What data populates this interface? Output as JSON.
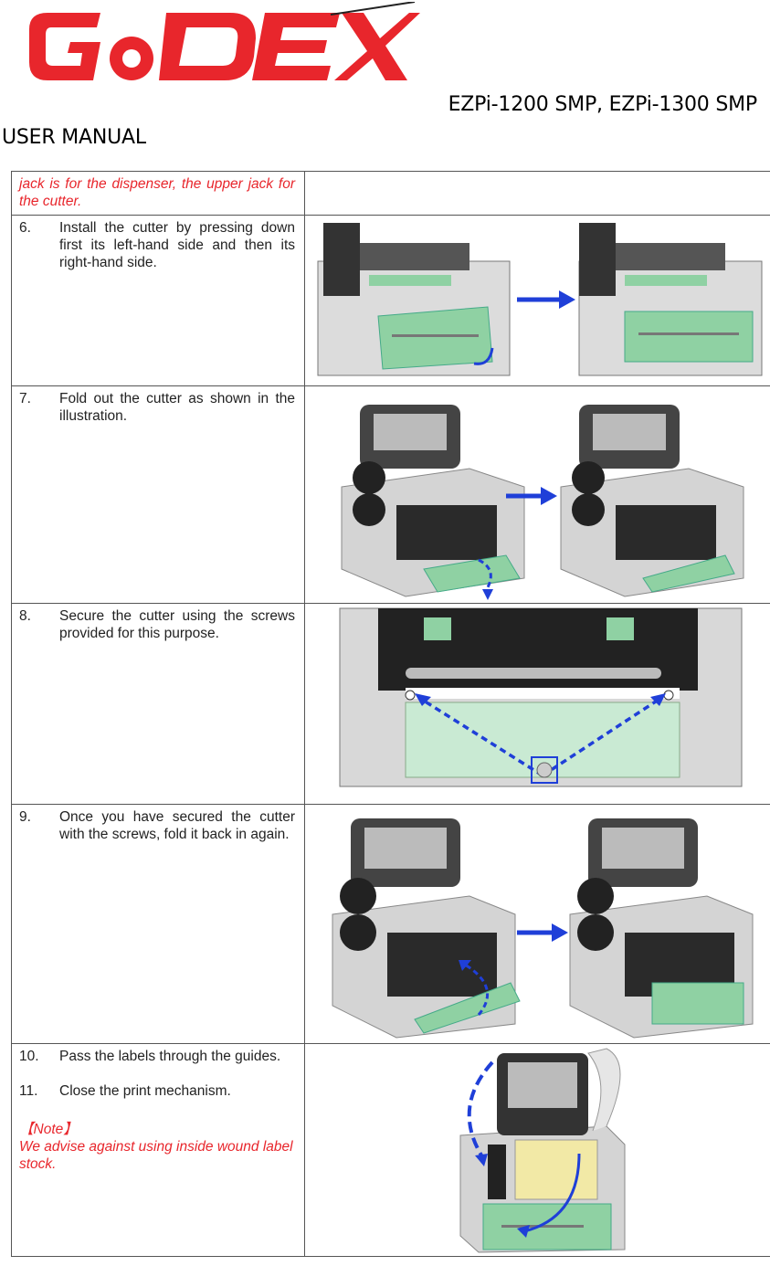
{
  "header": {
    "brand": "GoDEX",
    "model": "EZPi-1200 SMP, EZPi-1300 SMP",
    "manual_label": "USER MANUAL"
  },
  "colors": {
    "brand_red": "#e8262c",
    "arrow_blue": "#1f3fd8",
    "cutter_green": "#8fd1a3"
  },
  "intro": "jack is for the dispenser, the upper jack for the cutter.",
  "steps": [
    {
      "num": "6.",
      "text": "Install the cutter by pressing down first its left-hand side and then its right-hand side."
    },
    {
      "num": "7.",
      "text": "Fold out the cutter as shown in the illustration."
    },
    {
      "num": "8.",
      "text": "Secure the cutter using the screws provided for this purpose."
    },
    {
      "num": "9.",
      "text": "Once you have secured the cutter with the screws, fold it back in again."
    },
    {
      "num": "10.",
      "text": "Pass the labels through the guides."
    },
    {
      "num": "11.",
      "text": "Close the print mechanism."
    }
  ],
  "note": {
    "heading": "【Note】",
    "text": "We advise against using inside wound label stock."
  }
}
